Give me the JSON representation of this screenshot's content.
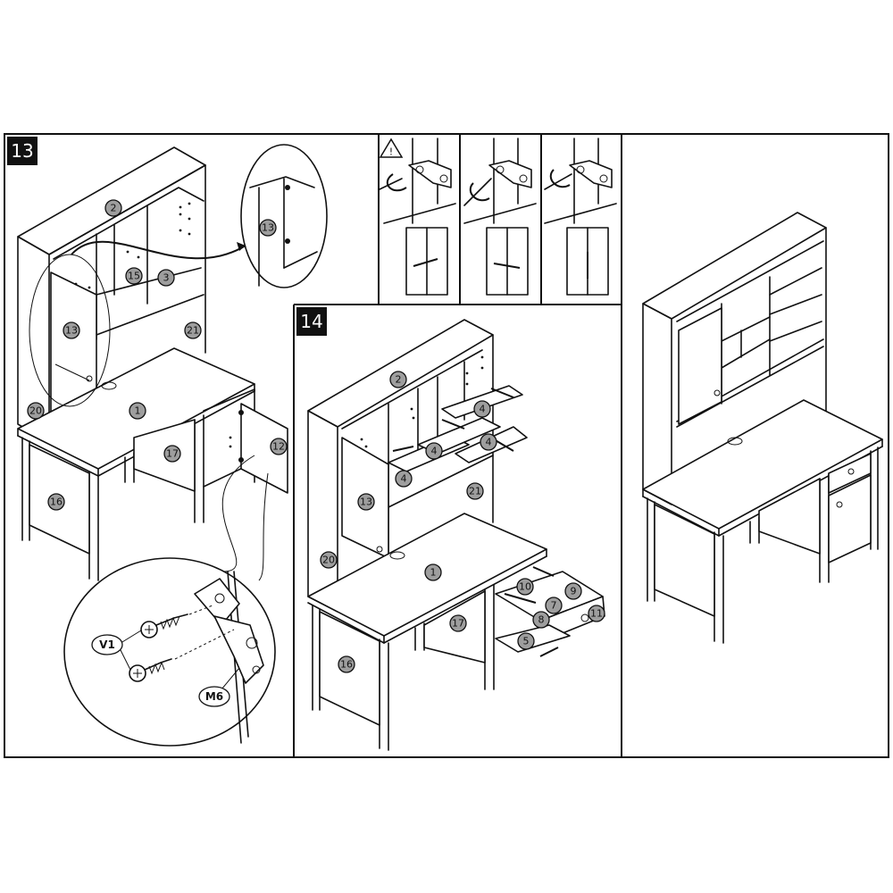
{
  "steps": {
    "step13": "13",
    "step14": "14"
  },
  "step13_callouts": {
    "c2": "2",
    "c15": "15",
    "c3": "3",
    "c13": "13",
    "c21": "21",
    "c20": "20",
    "c1": "1",
    "c17": "17",
    "c16": "16",
    "c12": "12",
    "detail13": "13"
  },
  "hardware_labels": {
    "v1": "V1",
    "m6": "M6"
  },
  "step14_callouts": {
    "c2": "2",
    "c4a": "4",
    "c4b": "4",
    "c4c": "4",
    "c4d": "4",
    "c13": "13",
    "c21": "21",
    "c20": "20",
    "c1": "1",
    "c17": "17",
    "c16": "16",
    "c10": "10",
    "c9": "9",
    "c7": "7",
    "c11": "11",
    "c8": "8",
    "c5": "5"
  },
  "hinge_adjust_panel": {
    "warning_icon": "warning-triangle-icon",
    "panels": [
      "adjust-left-right",
      "adjust-depth",
      "adjust-up-down"
    ]
  }
}
